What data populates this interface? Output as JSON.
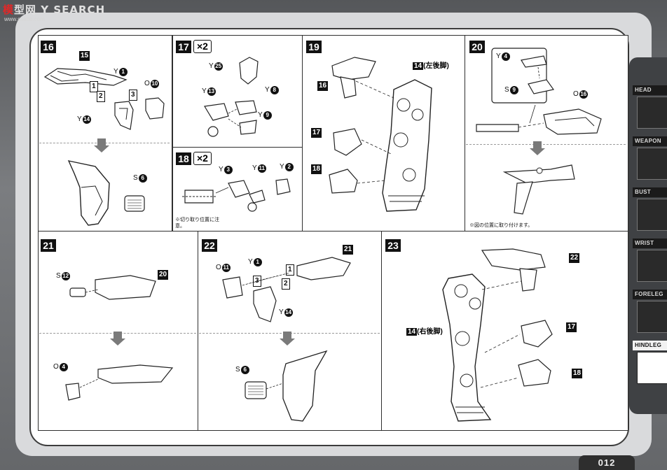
{
  "watermark": {
    "brand_red": "模",
    "brand_rest": "型网",
    "brand_suffix": "Y SEARCH",
    "url": "www.ssabb.com"
  },
  "page_number": "012",
  "side_nav": [
    {
      "label": "HEAD",
      "icon": "head-icon",
      "active": false
    },
    {
      "label": "WEAPON",
      "icon": "weapon-icon",
      "active": false
    },
    {
      "label": "BUST",
      "icon": "bust-icon",
      "active": false
    },
    {
      "label": "WRIST",
      "icon": "wrist-icon",
      "active": false
    },
    {
      "label": "FORELEG",
      "icon": "foreleg-icon",
      "active": false
    },
    {
      "label": "HINDLEG",
      "icon": "hindleg-icon",
      "active": true
    }
  ],
  "steps": {
    "s16": {
      "number": "16",
      "tag": "15",
      "parts": {
        "y1": "Y",
        "y1n": "1",
        "o10": "O",
        "o10n": "10",
        "y14": "Y",
        "y14n": "14",
        "s6": "S",
        "s6n": "6"
      },
      "sub": [
        "1",
        "2",
        "3"
      ]
    },
    "s17": {
      "number": "17",
      "multiplier": "×2",
      "parts": {
        "y25": "Y",
        "y25n": "25",
        "y13": "Y",
        "y13n": "13",
        "y8": "Y",
        "y8n": "8",
        "y9": "Y",
        "y9n": "9"
      }
    },
    "s18": {
      "number": "18",
      "multiplier": "×2",
      "parts": {
        "y3": "Y",
        "y3n": "3",
        "y11": "Y",
        "y11n": "11",
        "y2": "Y",
        "y2n": "2"
      },
      "note": "※切り取り位置に注意。"
    },
    "s19": {
      "number": "19",
      "tag_leg": "14",
      "tag_leg_text": "(左後脚)",
      "tag16": "16",
      "tag17": "17",
      "tag18": "18"
    },
    "s20": {
      "number": "20",
      "parts": {
        "y4": "Y",
        "y4n": "4",
        "s9": "S",
        "s9n": "9",
        "o16": "O",
        "o16n": "16"
      },
      "note": "※図の位置に取り付けます。"
    },
    "s21": {
      "number": "21",
      "tag20": "20",
      "parts": {
        "s12": "S",
        "s12n": "12",
        "o4": "O",
        "o4n": "4"
      }
    },
    "s22": {
      "number": "22",
      "tag21": "21",
      "parts": {
        "o11": "O",
        "o11n": "11",
        "y1": "Y",
        "y1n": "1",
        "y14": "Y",
        "y14n": "14",
        "s6": "S",
        "s6n": "6"
      },
      "sub": [
        "1",
        "2",
        "3"
      ]
    },
    "s23": {
      "number": "23",
      "tag22": "22",
      "tag_leg": "14",
      "tag_leg_text": "(右後脚)",
      "tag17": "17",
      "tag18": "18"
    }
  },
  "colors": {
    "frame": "#6d6f72",
    "panel": "#ffffff",
    "ink": "#111111",
    "arrow": "#7a7a7a"
  }
}
